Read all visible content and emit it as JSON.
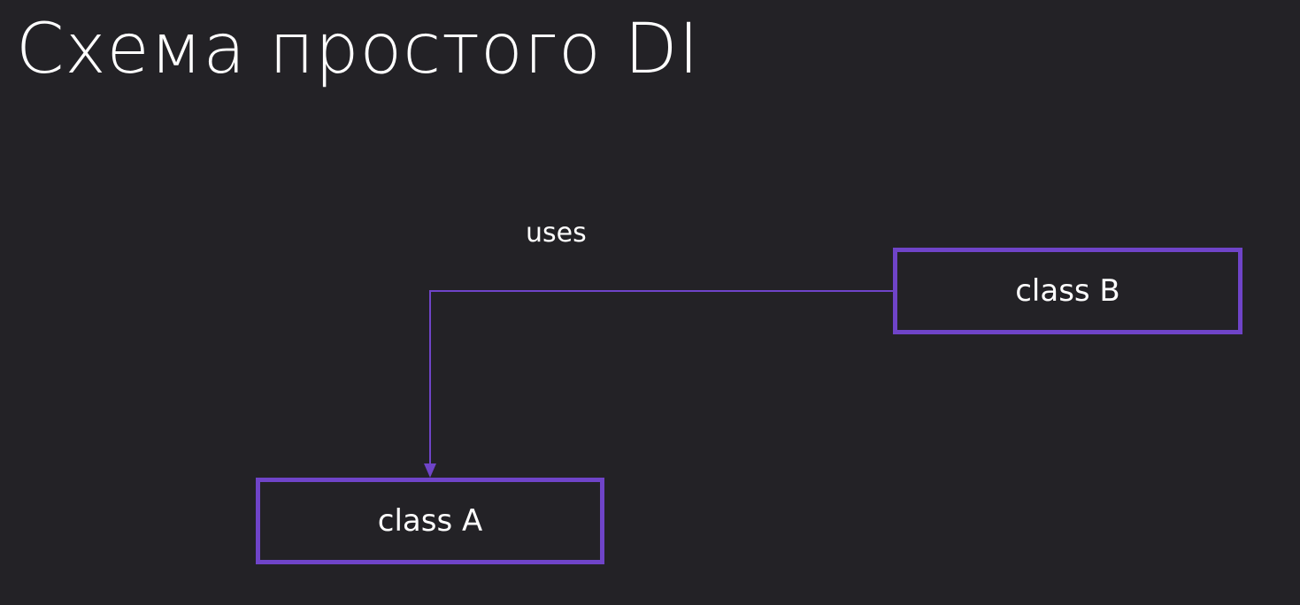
{
  "title": "Схема простого DI",
  "diagram": {
    "nodes": {
      "class_b": {
        "label": "class B"
      },
      "class_a": {
        "label": "class A"
      }
    },
    "edge": {
      "from": "class B",
      "to": "class A",
      "label": "uses"
    }
  },
  "colors": {
    "background": "#232226",
    "accent": "#6f44c8",
    "text": "#ffffff"
  }
}
